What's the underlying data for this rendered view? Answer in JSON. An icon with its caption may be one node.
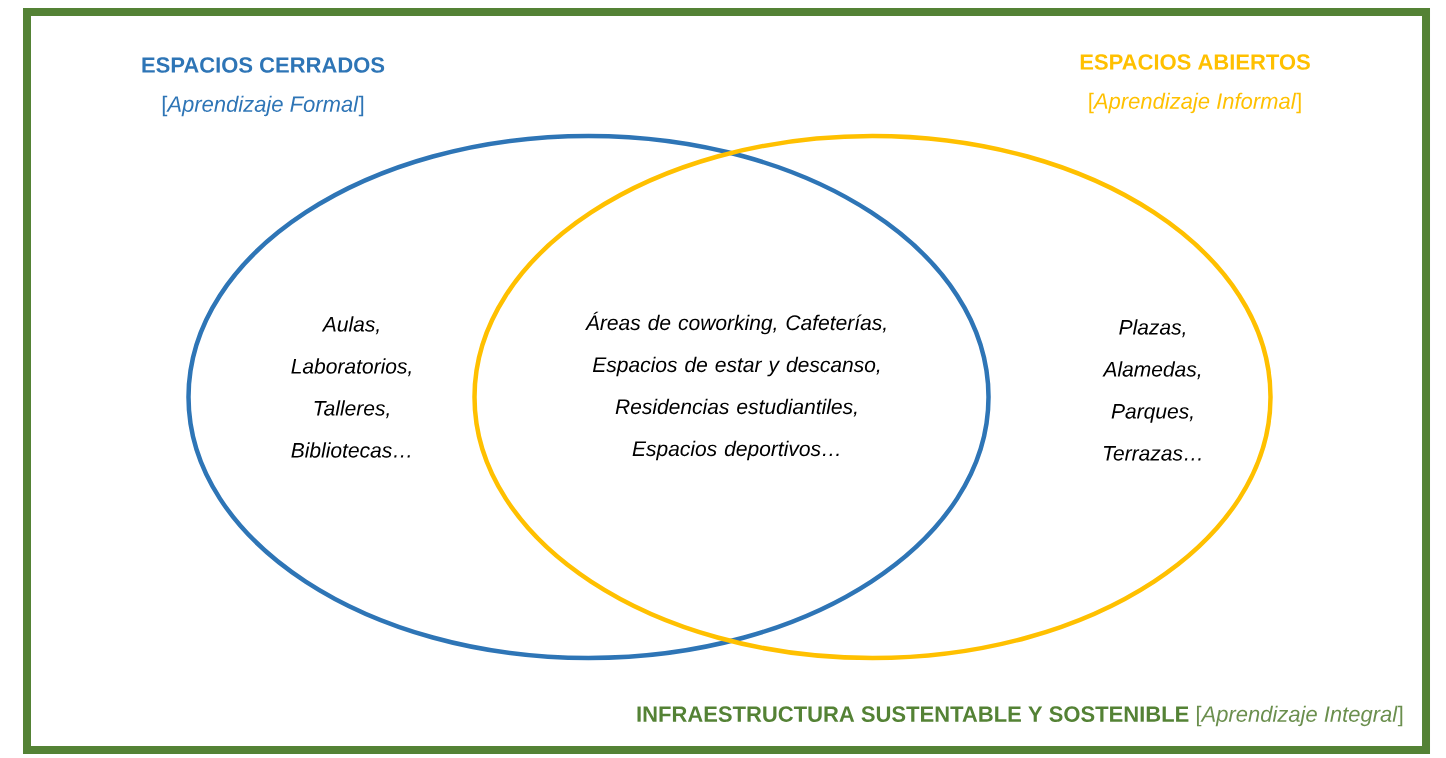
{
  "diagram": {
    "nodes": [
      {
        "text": [
          "INFRAESTRUCTURA SUSTENTABLE Y SOSTENIBLE",
          "[*Aprendizaje Integral*]"
        ]
      },
      {
        "text": [
          "ESPACIOS CERRADOS",
          "[*Aprendizaje Formal*]",
          "Aulas, Laboratorios, Talleres, Bibliotecas…"
        ],
        "in": 0
      },
      {
        "text": [
          "ESPACIOS ABIERTOS",
          "[*Aprendizaje Informal*]",
          "Plazas, Alamedas, Parques, Terrazas…"
        ],
        "in": 0
      }
    ],
    "labels": [
      "Áreas de coworking, Cafeterías, Espacios de estar y descanso, Residencias estudiantiles, Espacios deportivos…"
    ]
  }
}
